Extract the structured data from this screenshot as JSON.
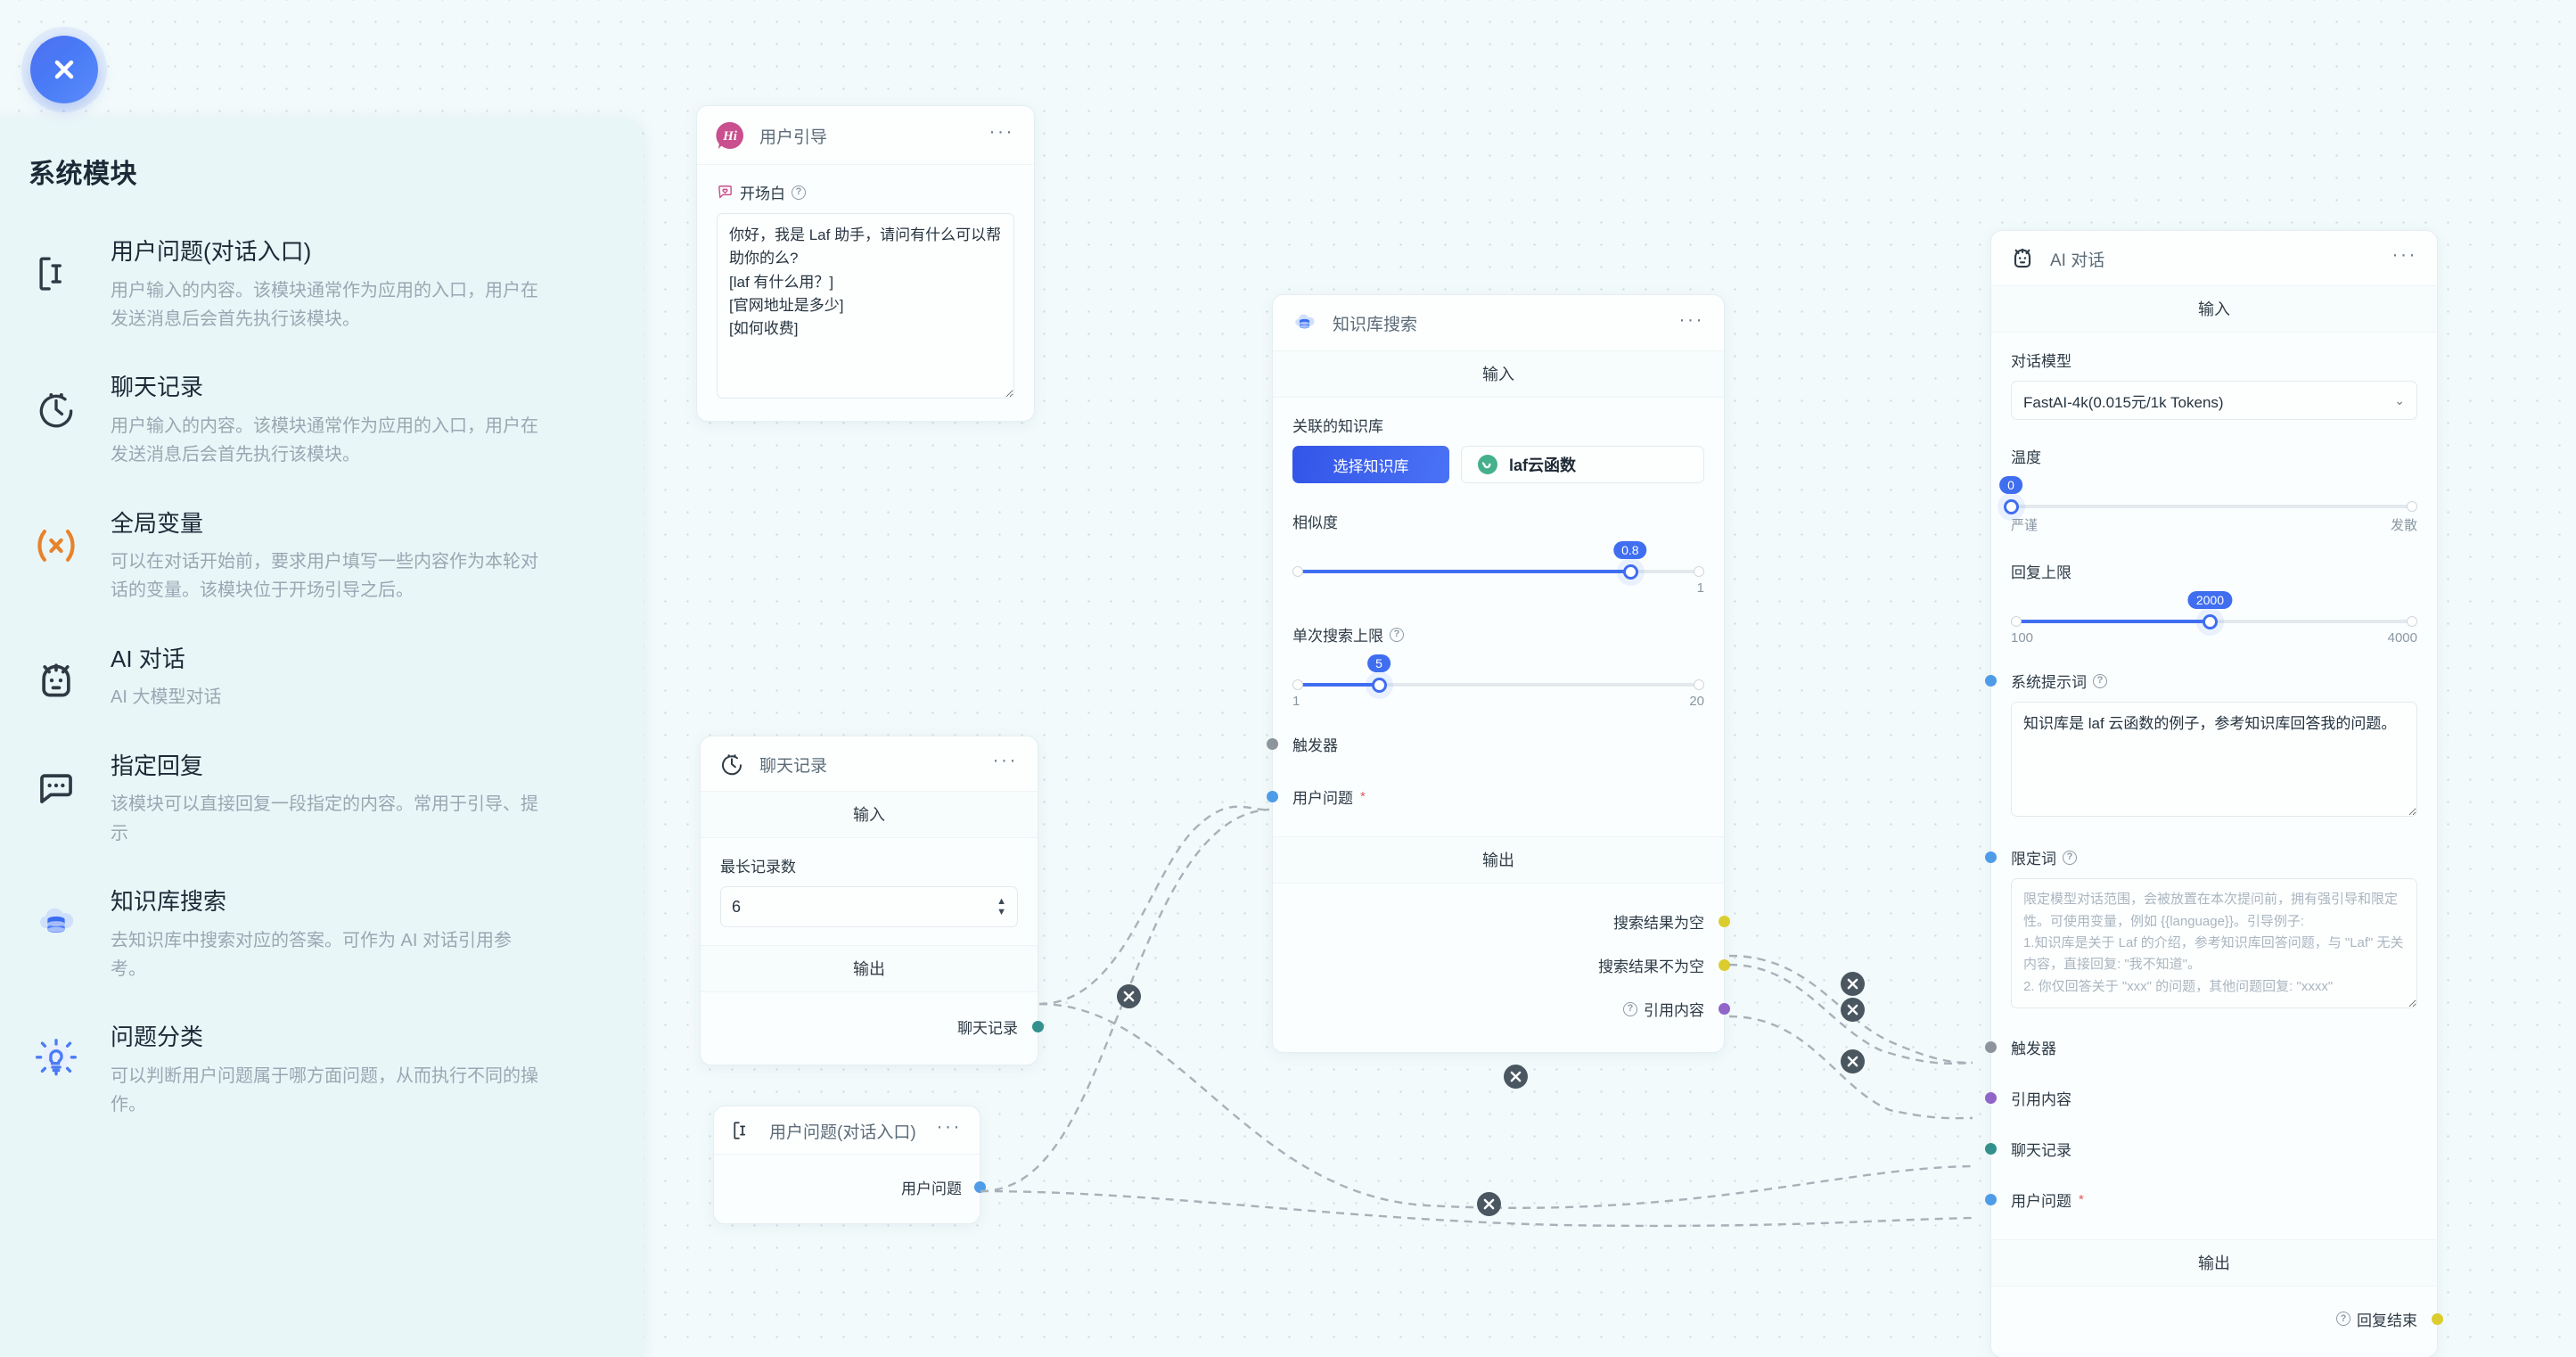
{
  "close_button": {
    "icon": "close-icon"
  },
  "sidebar": {
    "title": "系统模块",
    "items": [
      {
        "icon": "text-cursor-icon",
        "name": "用户问题(对话入口)",
        "desc": "用户输入的内容。该模块通常作为应用的入口，用户在发送消息后会首先执行该模块。"
      },
      {
        "icon": "clock-history-icon",
        "name": "聊天记录",
        "desc": "用户输入的内容。该模块通常作为应用的入口，用户在发送消息后会首先执行该模块。"
      },
      {
        "icon": "variable-x-icon",
        "name": "全局变量",
        "desc": "可以在对话开始前，要求用户填写一些内容作为本轮对话的变量。该模块位于开场引导之后。"
      },
      {
        "icon": "robot-icon",
        "name": "AI 对话",
        "desc": "AI 大模型对话"
      },
      {
        "icon": "chat-bubble-icon",
        "name": "指定回复",
        "desc": "该模块可以直接回复一段指定的内容。常用于引导、提示"
      },
      {
        "icon": "database-cloud-icon",
        "name": "知识库搜索",
        "desc": "去知识库中搜索对应的答案。可作为 AI 对话引用参考。"
      },
      {
        "icon": "lightbulb-icon",
        "name": "问题分类",
        "desc": "可以判断用户问题属于哪方面问题，从而执行不同的操作。"
      }
    ]
  },
  "nodes": {
    "user_guide": {
      "title": "用户引导",
      "icon": "hi-bubble-icon",
      "menu": "···",
      "field_label": "开场白",
      "field_help": "?",
      "field_value": "你好，我是 Laf 助手，请问有什么可以帮助你的么?\n[laf 有什么用？]\n[官网地址是多少]\n[如何收费]"
    },
    "chat_history": {
      "title": "聊天记录",
      "icon": "clock-history-icon",
      "menu": "···",
      "input_header": "输入",
      "output_header": "输出",
      "max_label": "最长记录数",
      "max_value": "6",
      "output_name": "聊天记录"
    },
    "user_question": {
      "title": "用户问题(对话入口)",
      "icon": "text-cursor-icon",
      "menu": "···",
      "output_name": "用户问题"
    },
    "kb_search": {
      "title": "知识库搜索",
      "icon": "database-cloud-icon",
      "menu": "···",
      "input_header": "输入",
      "output_header": "输出",
      "dataset_label": "关联的知识库",
      "select_button": "选择知识库",
      "dataset_chip": "laf云函数",
      "similarity_label": "相似度",
      "similarity_value": "0.8",
      "similarity_min": "",
      "similarity_max": "1",
      "limit_label": "单次搜索上限",
      "limit_help": "?",
      "limit_value": "5",
      "limit_min": "1",
      "limit_max": "20",
      "inputs": [
        {
          "name": "触发器",
          "required": false,
          "color": "#8d959c"
        },
        {
          "name": "用户问题",
          "required": true,
          "color": "#4e9ce8"
        }
      ],
      "outputs": [
        {
          "name": "搜索结果为空",
          "color": "#dbcd2e",
          "help": false
        },
        {
          "name": "搜索结果不为空",
          "color": "#dbcd2e",
          "help": false
        },
        {
          "name": "引用内容",
          "color": "#9064c8",
          "help": true
        }
      ]
    },
    "ai_chat": {
      "title": "AI 对话",
      "icon": "robot-icon",
      "menu": "···",
      "input_header": "输入",
      "output_header": "输出",
      "model_label": "对话模型",
      "model_value": "FastAI-4k(0.015元/1k Tokens)",
      "temp_label": "温度",
      "temp_value": "0",
      "temp_left": "严谨",
      "temp_right": "发散",
      "max_tokens_label": "回复上限",
      "max_tokens_value": "2000",
      "max_tokens_min": "100",
      "max_tokens_max": "4000",
      "system_prompt_label": "系统提示词",
      "system_prompt_help": "?",
      "system_prompt_value": "知识库是 laf 云函数的例子，参考知识库回答我的问题。",
      "qualifier_label": "限定词",
      "qualifier_help": "?",
      "qualifier_placeholder": "限定模型对话范围，会被放置在本次提问前，拥有强引导和限定性。可使用变量，例如 {{language}}。引导例子:\n1.知识库是关于 Laf 的介绍，参考知识库回答问题，与 \"Laf\" 无关内容，直接回复: \"我不知道\"。\n2. 你仅回答关于 \"xxx\" 的问题，其他问题回复: \"xxxx\"",
      "inputs": [
        {
          "name": "触发器",
          "required": false,
          "color": "#8d959c"
        },
        {
          "name": "引用内容",
          "required": false,
          "color": "#9064c8"
        },
        {
          "name": "聊天记录",
          "required": false,
          "color": "#33918d"
        },
        {
          "name": "用户问题",
          "required": true,
          "color": "#4e9ce8"
        }
      ],
      "outputs": [
        {
          "name": "回复结束",
          "color": "#dbcd2e",
          "help": true
        }
      ]
    }
  },
  "edge_delete_label": "×",
  "colors": {
    "accent": "#3f6ef0",
    "canvas": "#f2fafb",
    "panel": "#e9f6f8",
    "handle_gray": "#8d959c",
    "handle_blue": "#4e9ce8",
    "handle_yellow": "#dbcd2e",
    "handle_purple": "#9064c8",
    "handle_teal": "#33918d"
  }
}
